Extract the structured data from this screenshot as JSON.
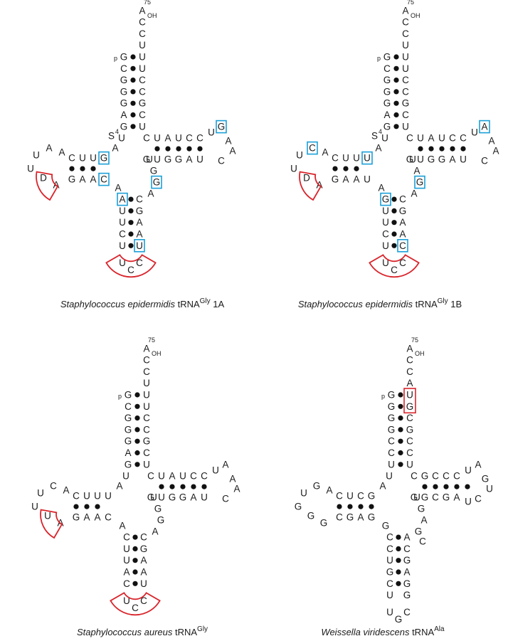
{
  "colors": {
    "ink": "#1a1a1a",
    "highlight_blue": "#1a9fd8",
    "highlight_red": "#d9242b"
  },
  "labels": {
    "p": "p",
    "oh": "OH",
    "num75": "75",
    "s4": "S",
    "s4sup": "4"
  },
  "structures": [
    {
      "id": "se1a",
      "caption": {
        "species": "Staphylococcus epidermidis",
        "trna": "tRNA",
        "aa": "Gly",
        "suffix": " 1A"
      },
      "acceptor_5": "GCGGGAG",
      "acceptor_3": "UUCCGCU",
      "discriminator": "U",
      "cca": "ACC",
      "u8": "U",
      "s4": true,
      "a9": "A",
      "d_5": "GUUC",
      "d_loop": "AAUUDA",
      "d_3": "CAAG",
      "c26": "A",
      "ac_5": "AUUCU",
      "ac_loop": "UCC",
      "ac_3": "CGAAU",
      "var": "AGGU",
      "t_5": "CUAUCC",
      "t_loop": "UGAAC",
      "t_3": "GUGGAU",
      "d_pairs": 3,
      "t_pairs": 5,
      "acc_pairs": 7,
      "ac_pairs": 5,
      "blue": [
        "ac5_0",
        "ac3_4",
        "d5_0",
        "d3_0",
        "var_1",
        "tl_1"
      ],
      "red": [],
      "dloop_arc": [
        3,
        4
      ]
    },
    {
      "id": "se1b",
      "caption": {
        "species": "Staphylococcus epidermidis",
        "trna": "tRNA",
        "aa": "Gly",
        "suffix": " 1B"
      },
      "acceptor_5": "GCGGGAG",
      "acceptor_3": "UUCCGCU",
      "discriminator": "U",
      "cca": "ACC",
      "u8": "U",
      "s4": true,
      "a9": "A",
      "d_5": "UUUC",
      "d_loop": "ACUUDA",
      "d_3": "UAAG",
      "c26": "A",
      "ac_5": "GUUCU",
      "ac_loop": "UCC",
      "ac_3": "CGAAC",
      "var": "AGAU",
      "t_5": "CUAUCC",
      "t_loop": "UAAAC",
      "t_3": "GUGGAU",
      "d_pairs": 3,
      "t_pairs": 5,
      "acc_pairs": 7,
      "ac_pairs": 5,
      "blue": [
        "ac5_0",
        "ac3_4",
        "d5_0",
        "dl_1",
        "var_1",
        "tl_1"
      ],
      "red": [],
      "dloop_arc": [
        3,
        4
      ]
    },
    {
      "id": "sa",
      "caption": {
        "species": "Staphylococcus aureus",
        "trna": "tRNA",
        "aa": "Gly",
        "suffix": ""
      },
      "acceptor_5": "GCGGGAG",
      "acceptor_3": "UUCCGCU",
      "discriminator": "U",
      "cca": "ACC",
      "u8": "U",
      "s4": false,
      "a9": "A",
      "d_5": "UUUC",
      "d_loop": "ACUUUA",
      "d_3": "CAAG",
      "c26": "A",
      "ac_5": "CUUAC",
      "ac_loop": "UCC",
      "ac_3": "CGAAU",
      "var": "AGGU",
      "t_5": "CUAUCC",
      "t_loop": "UAAAC",
      "t_3": "GUGGAU",
      "d_pairs": 3,
      "t_pairs": 5,
      "acc_pairs": 7,
      "ac_pairs": 5,
      "blue": [],
      "red": [],
      "dloop_arc": [
        3,
        4
      ]
    },
    {
      "id": "wv",
      "caption": {
        "species": "Weissella viridescens",
        "trna": "tRNA",
        "aa": "Ala",
        "suffix": ""
      },
      "acceptor_5": "GGGGCCU",
      "acceptor_3": "UGCGCCU",
      "discriminator": "A",
      "cca": "ACC",
      "u8": "U",
      "s4": false,
      "a9": "A",
      "d_5": "GCUC",
      "d_loop": "AGUGGG",
      "d_3": "GAGC",
      "c26": "G",
      "ac_5": "CCUGCU",
      "ac_loop": "UGC",
      "ac_3": "ACGAGG",
      "var": "GAGUC",
      "t_5": "CGCCC",
      "t_loop": "UAGUCU",
      "t_3": "GGCGA",
      "d_pairs": 4,
      "t_pairs": 5,
      "acc_pairs": 7,
      "ac_pairs": 5,
      "blue": [],
      "red": [
        "acc3_0",
        "acc3_1"
      ],
      "dloop_arc": null
    }
  ]
}
